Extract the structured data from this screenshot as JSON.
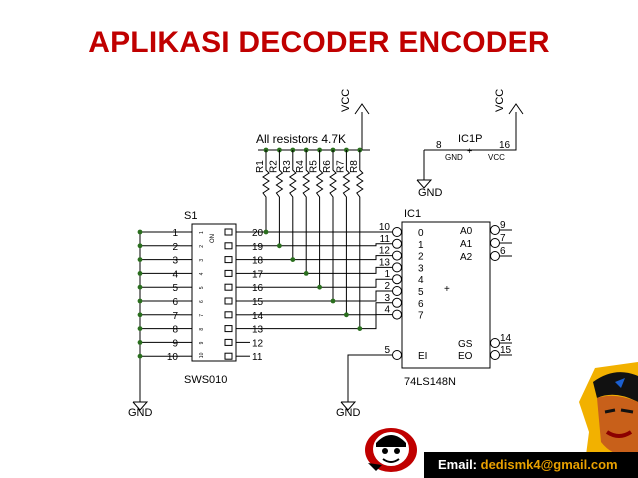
{
  "title": "APLIKASI DECODER ENCODER",
  "email": {
    "label": "Email:",
    "value": "dedismk4@gmail.com"
  },
  "resistor_note": "All resistors 4.7K",
  "power": {
    "vcc": "VCC",
    "gnd": "GND"
  },
  "switch": {
    "ref": "S1",
    "part": "SWS010",
    "left_pins": [
      "1",
      "2",
      "3",
      "4",
      "5",
      "6",
      "7",
      "8",
      "9",
      "10"
    ],
    "right_pins": [
      "20",
      "19",
      "18",
      "17",
      "16",
      "15",
      "14",
      "13",
      "12",
      "11"
    ],
    "on_label": "ON"
  },
  "resistors": [
    "R1",
    "R2",
    "R3",
    "R4",
    "R5",
    "R6",
    "R7",
    "R8"
  ],
  "ic1": {
    "ref": "IC1",
    "part": "74LS148N",
    "input_labels": [
      "0",
      "1",
      "2",
      "3",
      "4",
      "5",
      "6",
      "7"
    ],
    "input_pins": [
      "10",
      "11",
      "12",
      "13",
      "1",
      "2",
      "3",
      "4"
    ],
    "ei_label": "EI",
    "ei_pin": "5",
    "outputs": [
      {
        "label": "A0",
        "pin": "9"
      },
      {
        "label": "A1",
        "pin": "7"
      },
      {
        "label": "A2",
        "pin": "6"
      }
    ],
    "gs": {
      "label": "GS",
      "pin": "14"
    },
    "eo": {
      "label": "EO",
      "pin": "15"
    },
    "center_mark": "+"
  },
  "ic1p": {
    "ref": "IC1P",
    "pin_gnd": "8",
    "pin_vcc": "16",
    "gnd_label": "GND",
    "vcc_label": "VCC",
    "mark": "+"
  }
}
